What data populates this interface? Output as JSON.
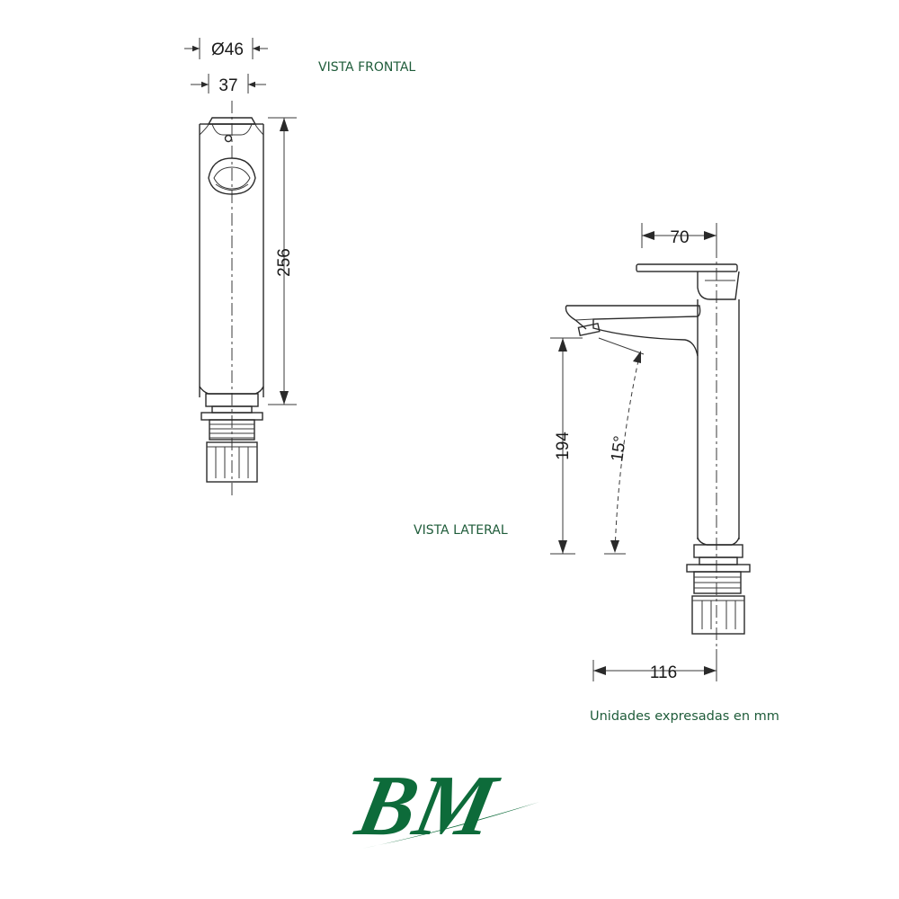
{
  "colors": {
    "label_green": "#1f5c3a",
    "logo_green": "#0d6b3a",
    "line": "#2a2a2a"
  },
  "views": {
    "front": "VISTA FRONTAL",
    "side": "VISTA LATERAL"
  },
  "dimensions": {
    "diameter": "Ø46",
    "front_width": "37",
    "total_height": "256",
    "lever_length": "70",
    "spout_height": "194",
    "angle": "15°",
    "reach": "116"
  },
  "units_note": "Unidades expresadas en mm",
  "logo": {
    "text": "BM"
  }
}
